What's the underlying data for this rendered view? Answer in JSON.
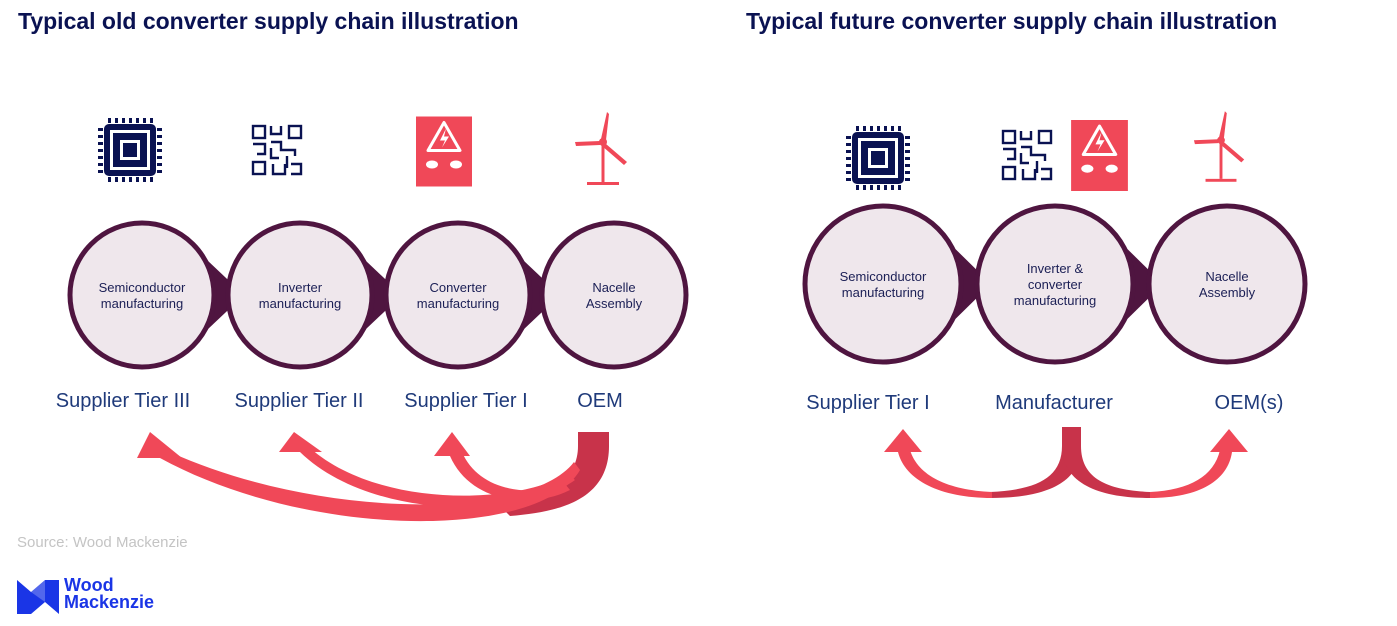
{
  "titles": {
    "old": "Typical old converter supply chain illustration",
    "future": "Typical future converter supply chain illustration"
  },
  "old_chain": {
    "nodes": [
      {
        "lines": [
          "Semiconductor",
          "manufacturing"
        ],
        "icon": "chip-icon"
      },
      {
        "lines": [
          "Inverter",
          "manufacturing"
        ],
        "icon": "circuit-board-icon"
      },
      {
        "lines": [
          "Converter",
          "manufacturing"
        ],
        "icon": "converter-icon"
      },
      {
        "lines": [
          "Nacelle",
          "Assembly"
        ],
        "icon": "wind-turbine-icon"
      }
    ],
    "tiers": [
      "Supplier Tier III",
      "Supplier Tier II",
      "Supplier Tier I",
      "OEM"
    ]
  },
  "future_chain": {
    "nodes": [
      {
        "lines": [
          "Semiconductor",
          "manufacturing"
        ],
        "icon": "chip-icon"
      },
      {
        "lines": [
          "Inverter &",
          "converter",
          "manufacturing"
        ],
        "icon": "circuit-board-icon"
      },
      {
        "lines": [
          "Nacelle",
          "Assembly"
        ],
        "icon": "wind-turbine-icon"
      }
    ],
    "tiers": [
      "Supplier Tier I",
      "Manufacturer",
      "OEM(s)"
    ]
  },
  "source": "Source: Wood Mackenzie",
  "logo": {
    "line1": "Wood",
    "line2": "Mackenzie"
  },
  "colors": {
    "navy": "#0a1252",
    "maroon": "#4f1540",
    "node_fill": "#efe7ec",
    "accent_red": "#f04858",
    "arrow_dark": "#c8334a",
    "brand_blue": "#1a35e6"
  }
}
